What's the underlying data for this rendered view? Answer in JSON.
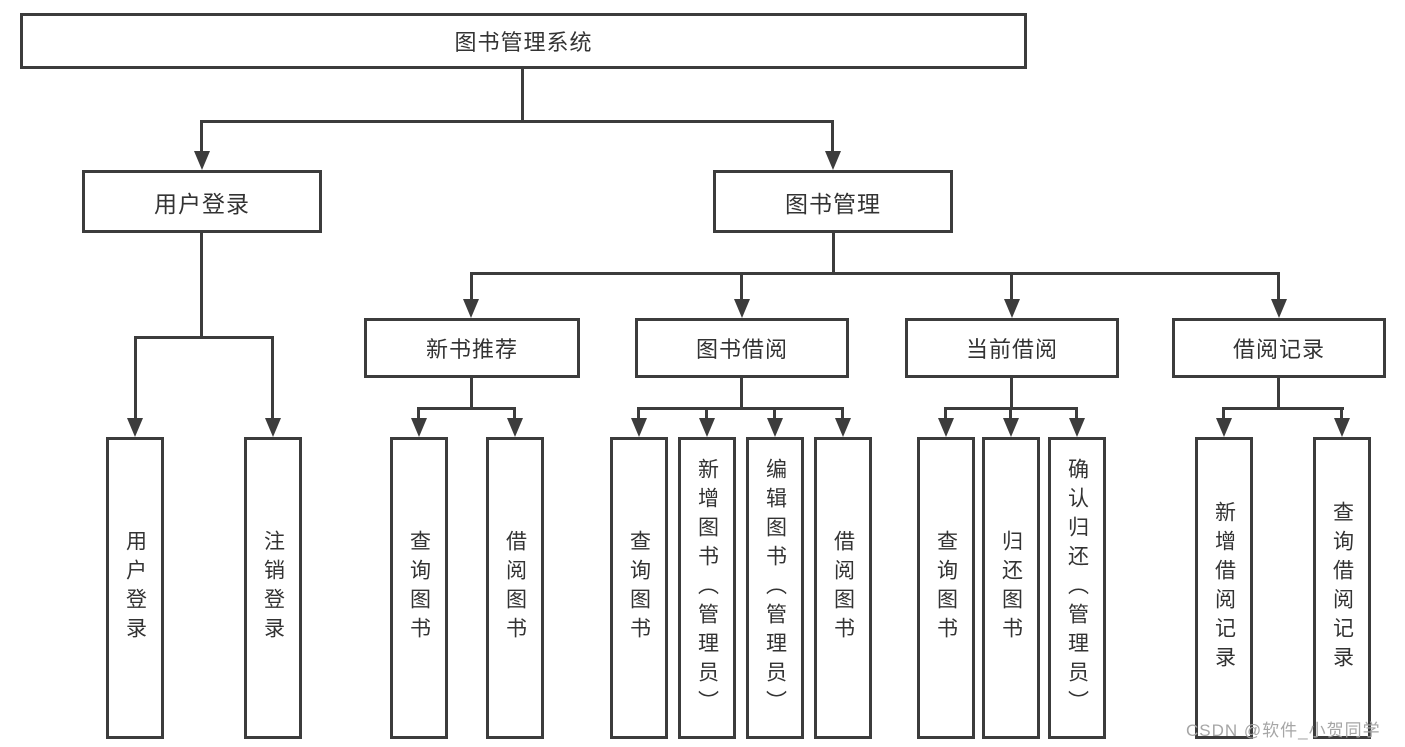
{
  "diagram": {
    "root": "图书管理系统",
    "level2": [
      {
        "label": "用户登录"
      },
      {
        "label": "图书管理"
      }
    ],
    "level3": [
      {
        "label": "新书推荐"
      },
      {
        "label": "图书借阅"
      },
      {
        "label": "当前借阅"
      },
      {
        "label": "借阅记录"
      }
    ],
    "leaves": {
      "user": [
        "用户登录",
        "注销登录"
      ],
      "recommend": [
        "查询图书",
        "借阅图书"
      ],
      "borrow": [
        "查询图书",
        "新增图书（管理员）",
        "编辑图书（管理员）",
        "借阅图书"
      ],
      "current": [
        "查询图书",
        "归还图书",
        "确认归还（管理员）"
      ],
      "records": [
        "新增借阅记录",
        "查询借阅记录"
      ]
    },
    "colors": {
      "line": "#3c3c3c",
      "border": "#3c3c3c",
      "text": "#333333",
      "watermark": "#a6a6a6"
    }
  },
  "watermark": "CSDN @软件_小贺同学"
}
